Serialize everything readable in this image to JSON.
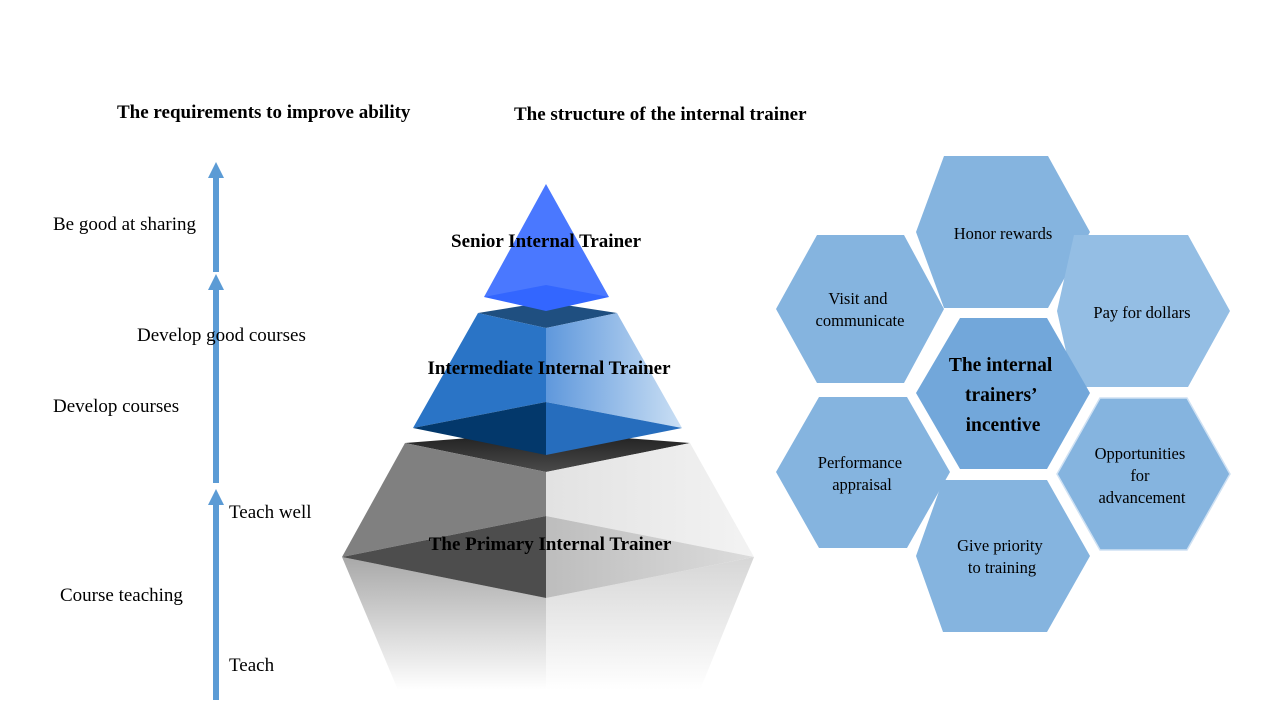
{
  "colors": {
    "arrow": "#5b9bd5",
    "hexagon": "#85b4df",
    "hexagon_light": "#94bee4",
    "hexagon_center": "#72a7da",
    "senior_tier": "#4a78ff",
    "intermediate_tier": "#2a74c6",
    "primary_tier": "#808080"
  },
  "requirements": {
    "heading": "The requirements to improve ability",
    "labels": {
      "sharing": "Be good at sharing",
      "develop_good": "Develop good courses",
      "develop": "Develop courses",
      "teach_well": "Teach well",
      "course_teaching": "Course teaching",
      "teach": "Teach"
    }
  },
  "pyramid": {
    "heading": "The structure of the internal trainer",
    "levels": {
      "senior": "Senior Internal Trainer",
      "intermediate": "Intermediate Internal Trainer",
      "primary": "The Primary Internal Trainer"
    }
  },
  "incentive": {
    "center": [
      "The internal",
      "trainers’",
      "incentive"
    ],
    "items": {
      "honor": [
        "Honor rewards"
      ],
      "visit": [
        "Visit and",
        "communicate"
      ],
      "pay": [
        "Pay for dollars"
      ],
      "performance": [
        "Performance",
        "appraisal"
      ],
      "opportunities": [
        "Opportunities",
        "for",
        "advancement"
      ],
      "priority": [
        "Give priority",
        "to training"
      ]
    }
  }
}
